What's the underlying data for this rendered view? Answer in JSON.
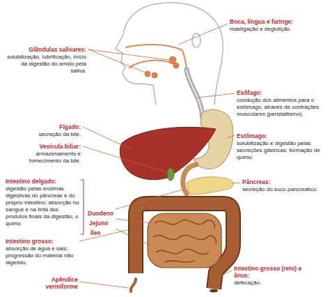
{
  "diagram": {
    "labels": [
      "Glândulas salivares:",
      "solubilização, lubrificação, início da digestão do amido pela saliva.",
      "Boca, língua e faringe:",
      "mastigação e deglutição.",
      "Esôfago:",
      "condução dos alimentos para o estômago, através de contrações musculares (peristaltismo).",
      "Fígado:",
      "secreção da bile.",
      "Vesícula biliar:",
      "armazenamento e fornecimento da bile.",
      "Intestino delgado:",
      "digestão pelas enzimas digestivas do pâncreas e do próprio intestino; absorção no sangue e na linfa dos produtos finais da digestão, o quimo.",
      "Duodeno",
      "Jejuno",
      "Íleo",
      "Estômago:",
      "solubilização e digestão pelas secreções gástricas; formação de quimo.",
      "Pâncreas:",
      "secreção do suco pancreático.",
      "Intestino grosso:",
      "absorção de água e sais; progressão do material não digerido.",
      "Apêndice vermiforme",
      "Intestino grosso (reto) e ânus:",
      "defecação."
    ]
  }
}
